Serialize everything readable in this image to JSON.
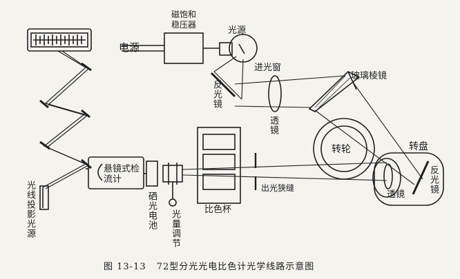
{
  "caption": {
    "number": "图 13-13",
    "title": "72型分光光电比色计光学线路示意图"
  },
  "labels": {
    "power": "电源",
    "stabilizer": "磁饱和稳压器",
    "light_source": "光源",
    "light_window": "进光窗",
    "reflector1": "反光镜",
    "lens1": "透镜",
    "glass_prism": "玻璃棱镜",
    "turntable": "转盘",
    "rotor": "转轮",
    "reflector2": "反光镜",
    "lens2": "透镜",
    "exit_slit": "出光狭缝",
    "cuvette": "比色杯",
    "photocell": "硒光电池",
    "light_adjust": "光量调节",
    "galvanometer": "悬镜式检流计",
    "projection_source": "光线投影光源"
  },
  "colors": {
    "ink": "#1f1f1f",
    "paper": "#f4f3ee"
  }
}
